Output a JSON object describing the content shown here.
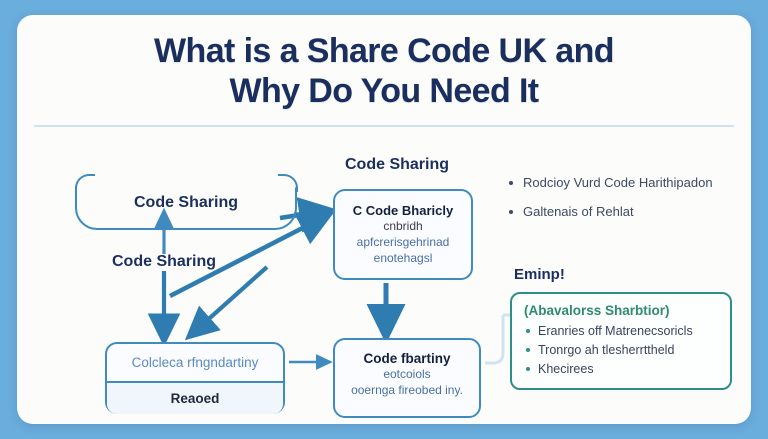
{
  "theme": {
    "page_background": "#6aaede",
    "card_background": "#fcfcfb",
    "heading_color": "#1b2f5e",
    "accent_blue": "#3f8bbf",
    "arrow_blue": "#2f7cb0",
    "accent_green": "#2e8b6f",
    "green_border": "#2f8f86",
    "muted_text": "#4a6fa5"
  },
  "header": {
    "title_line1": "What is a Share Code UK and",
    "title_line2": "Why Do You Need It"
  },
  "diagram": {
    "section_heading": "Code Sharing",
    "pill": {
      "label": "Code Sharing"
    },
    "mid_label": "Code Sharing",
    "center_box": {
      "heading": "C Code Bharicly",
      "line1": "cnbridh",
      "line2": "apfcrerisgehrinad",
      "line3": "enotehagsl"
    },
    "bottom_left_box": {
      "row1": "Colcleca rfngndartiny",
      "row2": "Reaoed"
    },
    "bottom_center_box": {
      "heading": "Code fbartiny",
      "line1": "eotcoiols",
      "line2": "ooernga fireobed iny."
    },
    "right_bullets": [
      "Rodcioy Vurd Code Harithipadon",
      "Galtenais of Rehlat"
    ],
    "emphasis": {
      "title": "Eminp!",
      "subtitle": "(Abavalorss Sharbtior)",
      "bullets": [
        "Eranries off Matrenecsoricls",
        "Tronrgo ah tlesherrttheld",
        "Khecirees"
      ]
    }
  }
}
